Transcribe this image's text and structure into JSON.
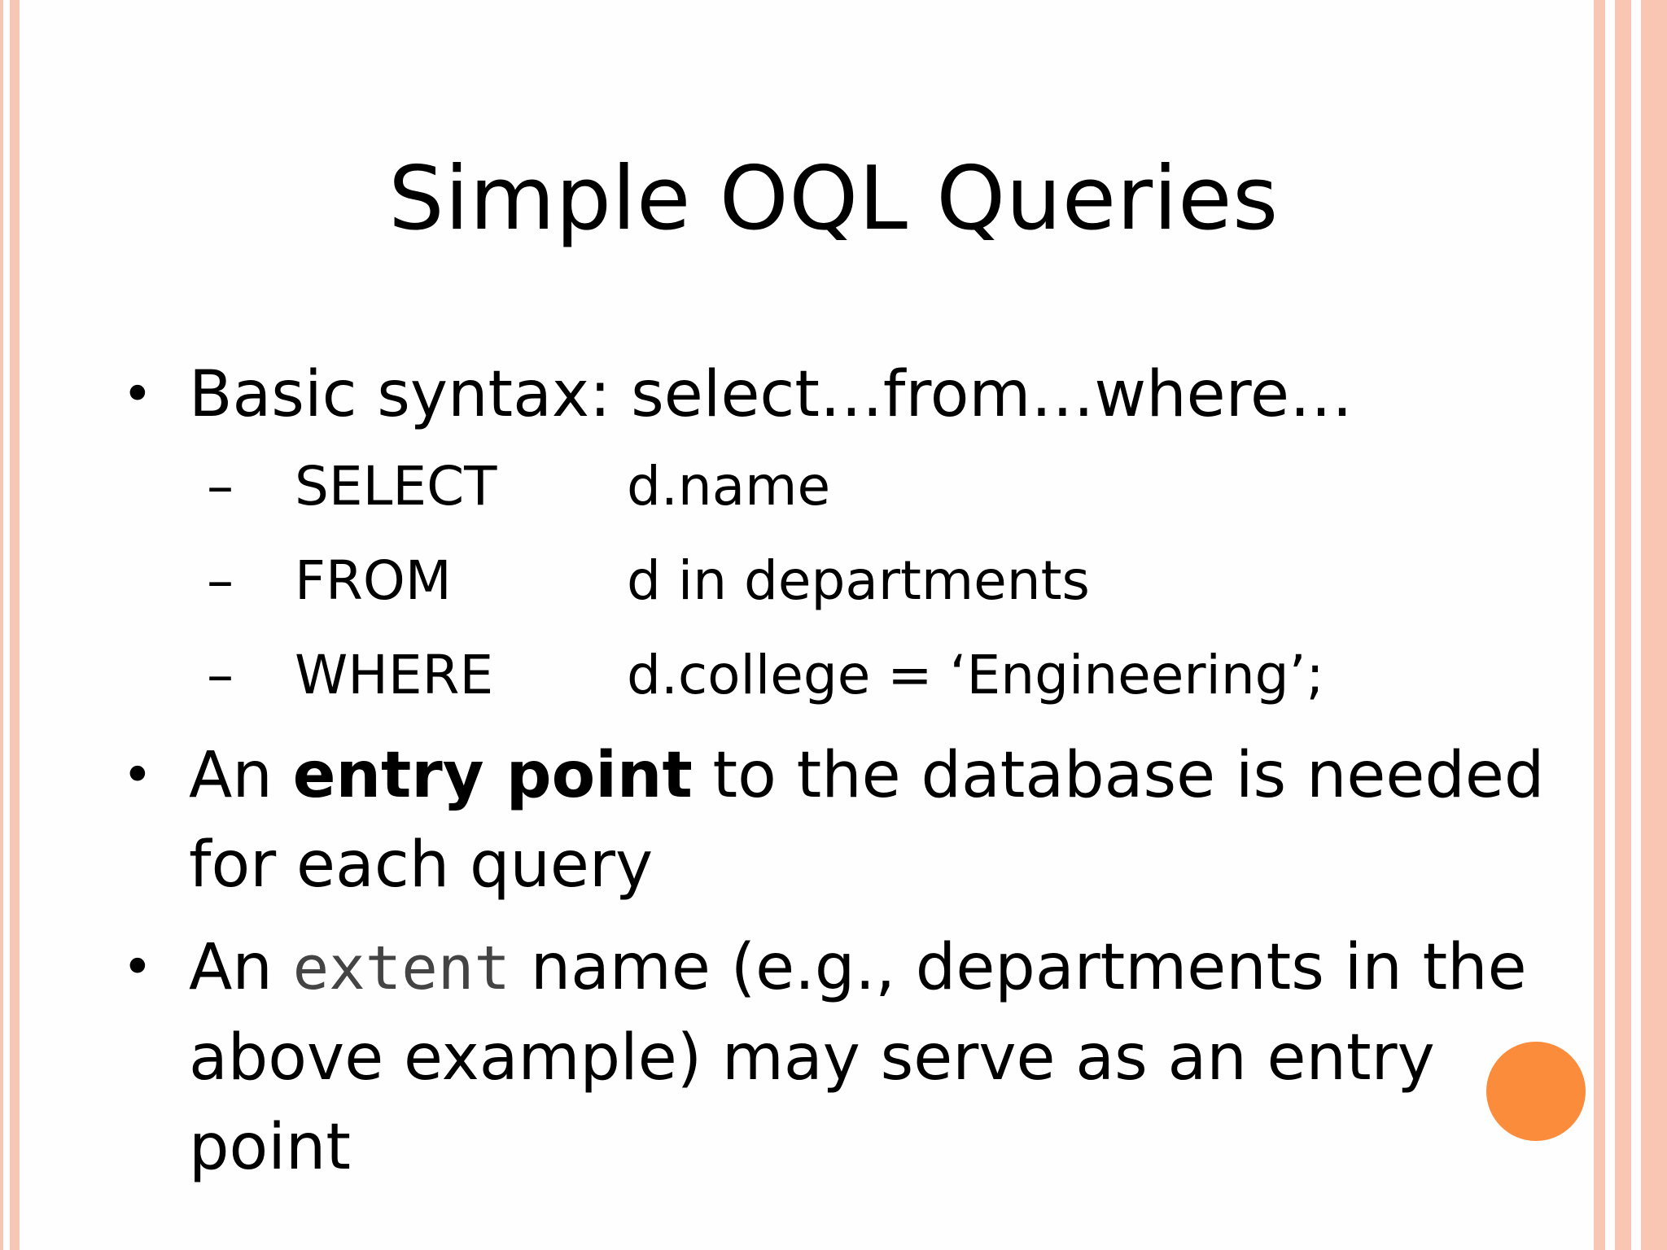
{
  "slide": {
    "title": "Simple OQL Queries",
    "bullet1": {
      "text": "Basic syntax: select…from…where…",
      "sub_items": [
        {
          "dash": "–",
          "keyword": "SELECT",
          "value": "d.name"
        },
        {
          "dash": "–",
          "keyword": "FROM",
          "value": "d in departments"
        },
        {
          "dash": "–",
          "keyword": "WHERE",
          "value": "d.college = ‘Engineering’;"
        }
      ]
    },
    "bullet2": {
      "prefix": "An ",
      "bold": "entry point",
      "suffix": " to the database is needed for each query"
    },
    "bullet3": {
      "prefix": "An ",
      "mono": "extent",
      "suffix": " name (e.g., departments in the above example) may serve as an entry point"
    },
    "bullet_symbol": "•",
    "colors": {
      "border_stripe": "#f8c6b3",
      "accent_orb": "#fb8c3c"
    }
  }
}
